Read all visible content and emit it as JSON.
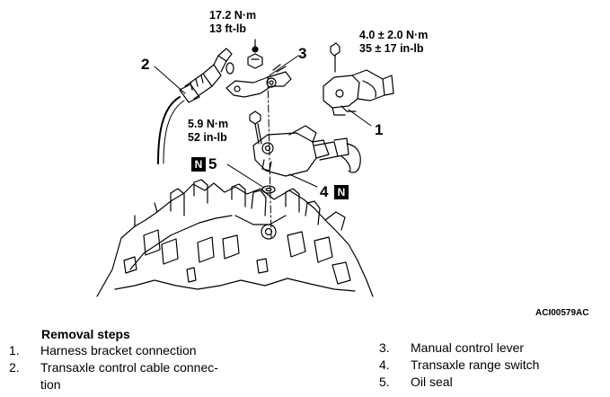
{
  "figure": {
    "code": "ACI00579AC",
    "torques": {
      "lever_nut_nm": "17.2 N·m",
      "lever_nut_ftlb": "13 ft-lb",
      "bracket_bolt_nm": "4.0 ± 2.0 N·m",
      "bracket_bolt_inlb": "35 ± 17 in-lb",
      "switch_bolt_nm": "5.9 N·m",
      "switch_bolt_inlb": "52 in-lb"
    },
    "callouts": {
      "c1": "1",
      "c2": "2",
      "c3": "3",
      "c4": "4",
      "c5": "5"
    },
    "n_mark": "N"
  },
  "removal": {
    "title": "Removal steps",
    "steps": [
      {
        "num": "1.",
        "text": "Harness bracket connection"
      },
      {
        "num": "2.",
        "text": "Transaxle control cable connec-"
      },
      {
        "num": "",
        "text": "tion"
      },
      {
        "num": "3.",
        "text": "Manual control lever"
      },
      {
        "num": "4.",
        "text": "Transaxle range switch"
      },
      {
        "num": "5.",
        "text": "Oil seal"
      }
    ]
  }
}
